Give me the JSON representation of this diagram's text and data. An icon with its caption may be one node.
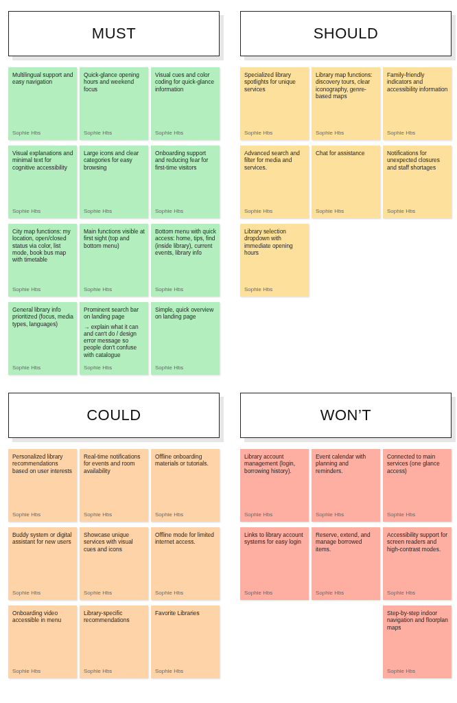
{
  "diagram": {
    "nodes": [
      {
        "text": [
          "MUST"
        ]
      },
      {
        "text": [
          "Multilingual support and easy navigation",
          "Sophie Hbs"
        ]
      },
      {
        "text": [
          "Quick-glance opening hours and weekend focus",
          "Sophie Hbs"
        ]
      },
      {
        "text": [
          "Visual cues and color coding for quick-glance information",
          "Sophie Hbs"
        ]
      },
      {
        "text": [
          "Visual explanations and minimal text for cognitive accessibility",
          "Sophie Hbs"
        ]
      },
      {
        "text": [
          "Large icons and clear categories for easy browsing",
          "Sophie Hbs"
        ]
      },
      {
        "text": [
          "Onboarding support and reducing fear for first-time visitors",
          "Sophie Hbs"
        ]
      },
      {
        "text": [
          "City map functions: my location, open/closed status via color, list mode, book bus map with timetable",
          "Sophie Hbs"
        ]
      },
      {
        "text": [
          "Main functions visible at first sight (top and bottom menu)",
          "Sophie Hbs"
        ]
      },
      {
        "text": [
          "Bottom menu with quick access: home, tips, find (inside library), current events, library info",
          "Sophie Hbs"
        ]
      },
      {
        "text": [
          "General library info prioritized (focus, media types, languages)",
          "Sophie Hbs"
        ]
      },
      {
        "text": [
          "Prominent search bar on landing page",
          "→ explain what it can and can't do / design error message so people don't confuse with catalogue",
          "Sophie Hbs"
        ]
      },
      {
        "text": [
          "Simple, quick overview on landing page",
          "Sophie Hbs"
        ]
      },
      {
        "text": [
          "SHOULD"
        ]
      },
      {
        "text": [
          "Specialized library spotlights for unique services",
          "Sophie Hbs"
        ]
      },
      {
        "text": [
          "Library map functions: discovery tours, clear iconography, genre-based maps",
          "Sophie Hbs"
        ]
      },
      {
        "text": [
          "Family-friendly indicators and accessibility information",
          "Sophie Hbs"
        ]
      },
      {
        "text": [
          "Advanced search and filter for media and services.",
          "Sophie Hbs"
        ]
      },
      {
        "text": [
          "Chat for assistance",
          "Sophie Hbs"
        ]
      },
      {
        "text": [
          "Notifications for unexpected closures and staff shortages",
          "Sophie Hbs"
        ]
      },
      {
        "text": [
          "Library selection dropdown with immediate opening hours",
          "Sophie Hbs"
        ]
      },
      {
        "text": [
          "COULD"
        ]
      },
      {
        "text": [
          "Personalized library recommendations based on user interests",
          "Sophie Hbs"
        ]
      },
      {
        "text": [
          "Real-time notifications for events and room availability",
          "Sophie Hbs"
        ]
      },
      {
        "text": [
          "Offline onboarding materials or tutorials.",
          "Sophie Hbs"
        ]
      },
      {
        "text": [
          "Buddy system or digital assistant for new users",
          "Sophie Hbs"
        ]
      },
      {
        "text": [
          "Showcase unique services with visual cues and icons",
          "Sophie Hbs"
        ]
      },
      {
        "text": [
          "Offline mode for limited internet access.",
          "Sophie Hbs"
        ]
      },
      {
        "text": [
          "Onboarding video accessible in menu",
          "Sophie Hbs"
        ]
      },
      {
        "text": [
          "Library-specific recommendations",
          "Sophie Hbs"
        ]
      },
      {
        "text": [
          "Favorite Libraries",
          "Sophie Hbs"
        ]
      },
      {
        "text": [
          "WON’T"
        ]
      },
      {
        "text": [
          "Library account management (login, borrowing history).",
          "Sophie Hbs"
        ]
      },
      {
        "text": [
          "Event calendar with planning and reminders.",
          "Sophie Hbs"
        ]
      },
      {
        "text": [
          "Connected to main services (one glance access)",
          "Sophie Hbs"
        ]
      },
      {
        "text": [
          "Links to library account systems for easy login",
          "Sophie Hbs"
        ]
      },
      {
        "text": [
          "Reserve, extend, and manage borrowed items.",
          "Sophie Hbs"
        ]
      },
      {
        "text": [
          "Accessibility support for screen readers and high-contrast modes.",
          "Sophie Hbs"
        ]
      },
      {
        "text": [
          "Step-by-step indoor navigation and floorplan maps",
          "Sophie Hbs"
        ]
      }
    ]
  }
}
